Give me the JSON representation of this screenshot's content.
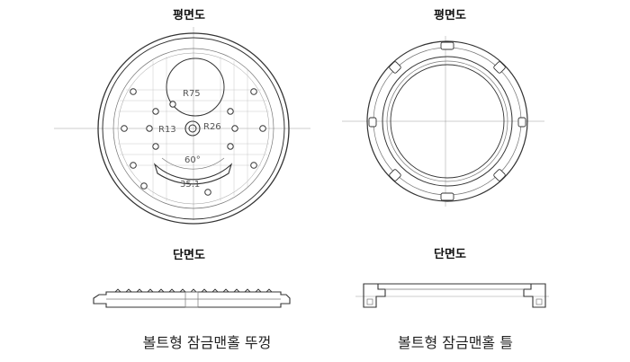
{
  "left_panel": {
    "plan_title": "평면도",
    "section_title": "단면도",
    "caption": "볼트형 잠금맨홀 뚜껑",
    "dimensions": {
      "r75": "R75",
      "r13": "R13",
      "r26": "R26",
      "angle": "60°",
      "length": "35.1"
    }
  },
  "right_panel": {
    "plan_title": "평면도",
    "section_title": "단면도",
    "caption": "볼트형 잠금맨홀 틀"
  }
}
